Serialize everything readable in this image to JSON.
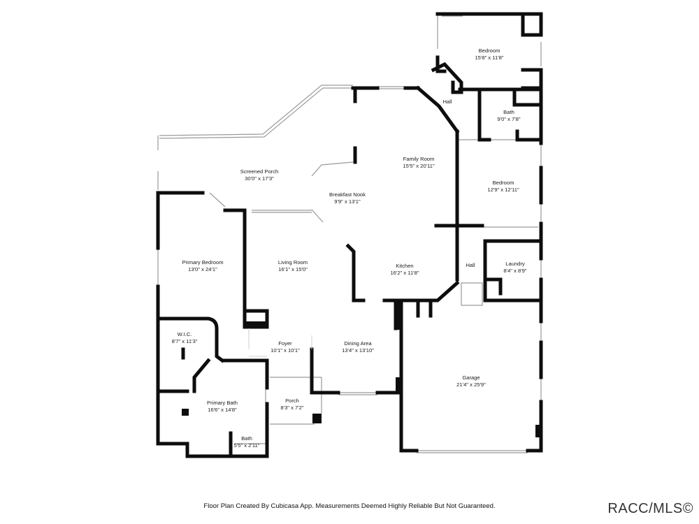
{
  "rooms": [
    {
      "name": "Bedroom",
      "size": "15'8\" x 11'8\""
    },
    {
      "name": "Hall",
      "size": ""
    },
    {
      "name": "Bath",
      "size": "9'0\" x 7'8\""
    },
    {
      "name": "Family Room",
      "size": "15'5\" x 20'11\""
    },
    {
      "name": "Screened Porch",
      "size": "30'0\" x 17'3\""
    },
    {
      "name": "Breakfast Nook",
      "size": "9'9\" x 13'1\""
    },
    {
      "name": "Bedroom",
      "size": "12'9\" x 12'11\""
    },
    {
      "name": "Primary Bedroom",
      "size": "13'0\" x 24'1\""
    },
    {
      "name": "Living Room",
      "size": "16'1\" x 15'0\""
    },
    {
      "name": "Kitchen",
      "size": "16'2\" x 11'8\""
    },
    {
      "name": "Hall",
      "size": ""
    },
    {
      "name": "Laundry",
      "size": "8'4\" x 8'9\""
    },
    {
      "name": "W.I.C.",
      "size": "8'7\" x 11'3\""
    },
    {
      "name": "Foyer",
      "size": "10'1\" x 10'1\""
    },
    {
      "name": "Dining Area",
      "size": "13'4\" x 13'10\""
    },
    {
      "name": "Garage",
      "size": "21'4\" x 25'9\""
    },
    {
      "name": "Primary Bath",
      "size": "16'6\" x 14'8\""
    },
    {
      "name": "Porch",
      "size": "8'3\" x 7'2\""
    },
    {
      "name": "Bath",
      "size": "5'5\" x 2'11\""
    }
  ],
  "footer": {
    "note": "Floor Plan Created By Cubicasa App. Measurements Deemed Highly Reliable But Not Guaranteed.",
    "watermark": "RACC/MLS©"
  }
}
